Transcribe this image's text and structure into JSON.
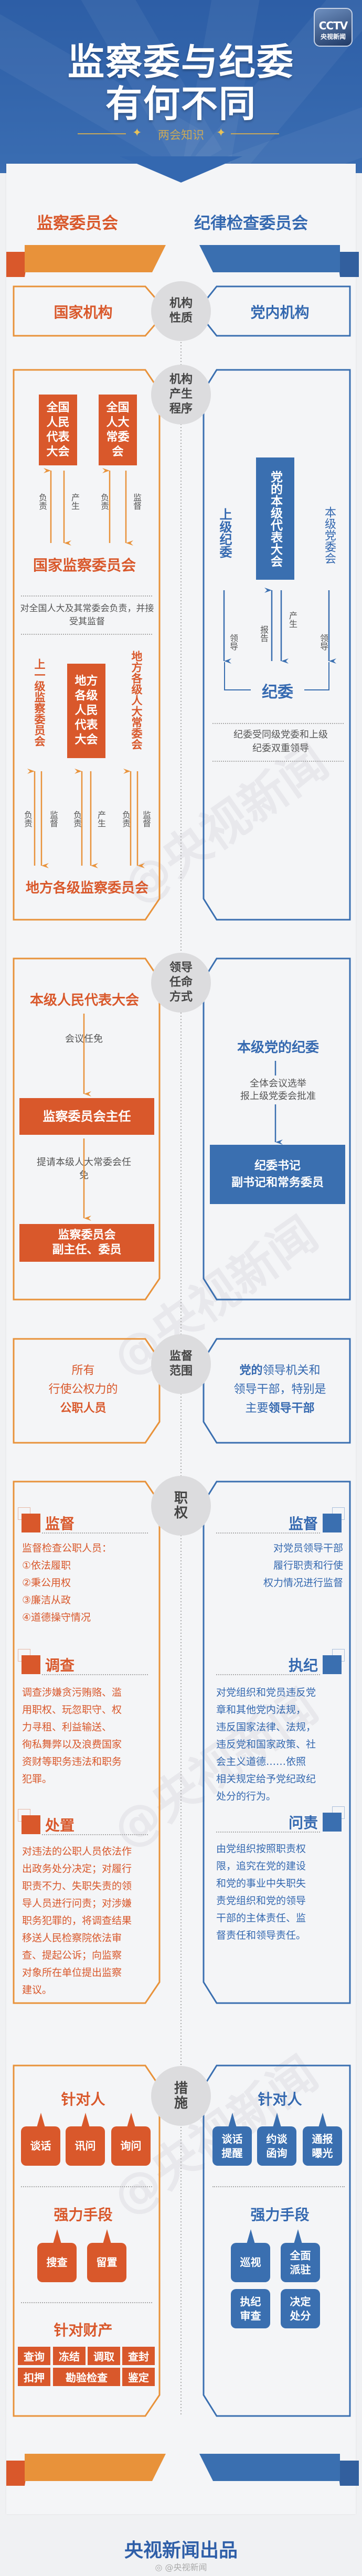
{
  "header": {
    "title_line1": "监察委与纪委",
    "title_line2": "有何不同",
    "subtitle": "两会知识",
    "logo_brand": "CCTV",
    "logo_name": "央视新闻"
  },
  "columns": {
    "left": "监察委员会",
    "right": "纪律检查委员会"
  },
  "nature": {
    "label": "机构性质",
    "left": "国家机构",
    "right": "党内机构"
  },
  "formation": {
    "label": "机构产生程序",
    "left": {
      "npc": "全国人民代表大会",
      "npcsc": "全国人大常委会",
      "arrows": [
        "负责",
        "产生",
        "负责",
        "监督"
      ],
      "national": "国家监察委员会",
      "note": "对全国人大及其常委会负责，并接受其监督",
      "upper": "上一级监察委员会",
      "local_congress": "地方各级人民代表大会",
      "local_sc": "地方各级人大常委会",
      "local_arrows": [
        "负责",
        "监督",
        "负责",
        "产生",
        "负责",
        "监督"
      ],
      "local": "地方各级监察委员会"
    },
    "right": {
      "congress": "党的本级代表大会",
      "upper": "上级纪委",
      "committee": "本级党委会",
      "arrows": [
        "领导",
        "报告",
        "产生",
        "领导"
      ],
      "jiwei": "纪委",
      "note": "纪委受同级党委和上级纪委双重领导"
    }
  },
  "appointment": {
    "label": "领导任命方式",
    "left": {
      "top": "本级人民代表大会",
      "step1": "会议任免",
      "director": "监察委员会主任",
      "step2": "提请本级人大常委会任免",
      "deputy_line1": "监察委员会",
      "deputy_line2": "副主任、委员"
    },
    "right": {
      "top": "本级党的纪委",
      "step_line1": "全体会议选举",
      "step_line2": "报上级党委会批准",
      "result_line1": "纪委书记",
      "result_line2": "副书记和常务委员"
    }
  },
  "scope": {
    "label": "监督范围",
    "left": {
      "line1": "所有",
      "line2": "行使公权力的",
      "line3": "公职人员"
    },
    "right": {
      "bold1": "党的",
      "line1": "领导机关和",
      "line2": "领导干部，特别是",
      "line3a": "主要",
      "bold3": "领导干部"
    }
  },
  "powers": {
    "label": "职权",
    "left": [
      {
        "title": "监督",
        "lines": [
          "监督检查公职人员：",
          "①依法履职",
          "②秉公用权",
          "③廉洁从政",
          "④道德操守情况"
        ]
      },
      {
        "title": "调查",
        "lines": [
          "调查涉嫌贪污贿赂、滥",
          "用职权、玩忽职守、权",
          "力寻租、利益输送、",
          "徇私舞弊以及浪费国家",
          "资财等职务违法和职务",
          "犯罪。"
        ]
      },
      {
        "title": "处置",
        "lines": [
          "对违法的公职人员依法作",
          "出政务处分决定；对履行",
          "职责不力、失职失责的领",
          "导人员进行问责；对涉嫌",
          "职务犯罪的，将调查结果",
          "移送人民检察院依法审",
          "查、提起公诉；向监察",
          "对象所在单位提出监察",
          "建议。"
        ]
      }
    ],
    "right": [
      {
        "title": "监督",
        "lines": [
          "对党员领导干部",
          "履行职责和行使",
          "权力情况进行监督"
        ]
      },
      {
        "title": "执纪",
        "lines": [
          "对党组织和党员违反党",
          "章和其他党内法规，",
          "违反国家法律、法规，",
          "违反党和国家政策、社",
          "会主义道德……依照",
          "相关规定给予党纪政纪",
          "处分的行为。"
        ]
      },
      {
        "title": "问责",
        "lines": [
          "由党组织按照职责权",
          "限，追究在党的建设",
          "和党的事业中失职失",
          "责党组织和党的领导",
          "干部的主体责任、监",
          "督责任和领导责任。"
        ]
      }
    ]
  },
  "measures": {
    "label": "措施",
    "left": {
      "people_title": "针对人",
      "people": [
        "谈话",
        "讯问",
        "询问"
      ],
      "force_title": "强力手段",
      "force": [
        "搜查",
        "留置"
      ],
      "property_title": "针对财产",
      "property": [
        "查询",
        "冻结",
        "调取",
        "查封",
        "扣押",
        "勘验检查",
        "鉴定"
      ]
    },
    "right": {
      "people_title": "针对人",
      "people": [
        "谈话提醒",
        "约谈函询",
        "通报曝光"
      ],
      "force_title": "强力手段",
      "force": [
        "巡视",
        "全面派驻",
        "执纪审查",
        "决定处分"
      ]
    }
  },
  "footer": {
    "producer": "央视新闻出品",
    "weibo": "@央视新闻"
  },
  "watermark": "@央视新闻",
  "colors": {
    "orange": "#e8923a",
    "red": "#d9582b",
    "blue": "#3a6fb0",
    "dark_blue": "#2f5fa8"
  }
}
